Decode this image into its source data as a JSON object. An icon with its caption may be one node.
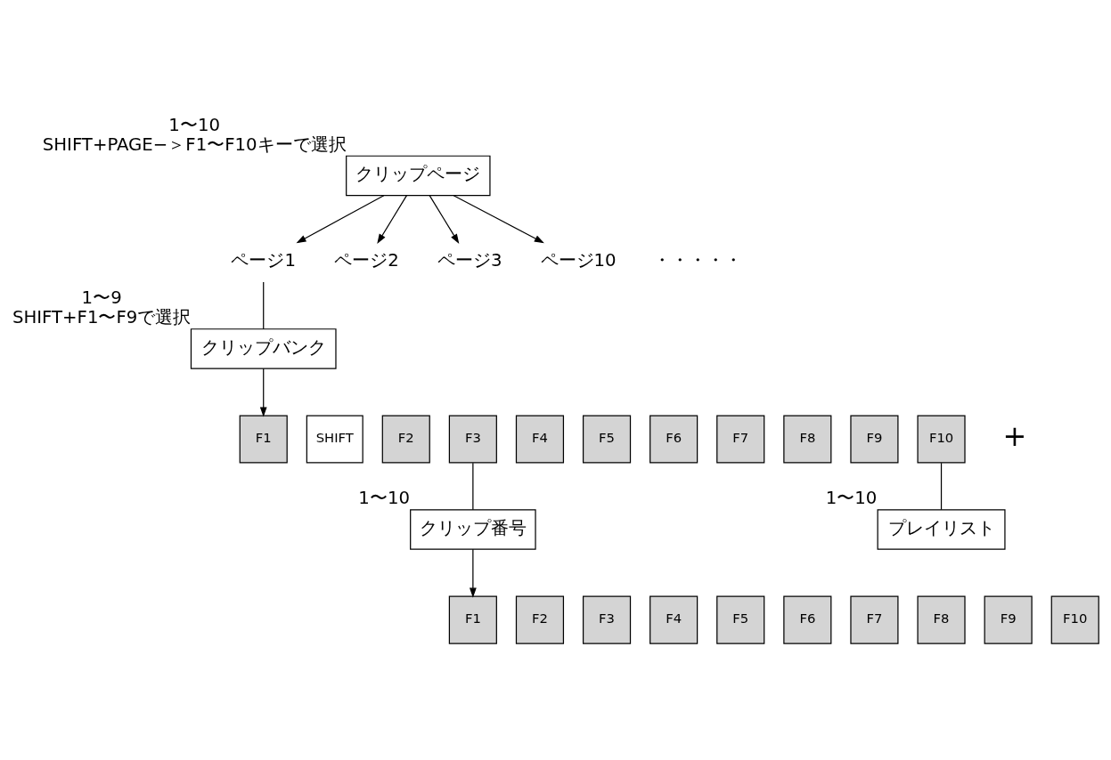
{
  "diagram": {
    "nodes": [
      {
        "text": [
          "クリップページ"
        ],
        "beside": [
          "1〜10",
          "SHIFT+PAGE−＞F1〜F10キーで選択"
        ]
      },
      {
        "text": [
          "ページ1"
        ]
      },
      {
        "text": [
          "ページ2"
        ]
      },
      {
        "text": [
          "ページ3"
        ]
      },
      {
        "text": [
          "ページ10"
        ]
      },
      {
        "text": [
          "クリップバンク"
        ],
        "beside": [
          "1〜9",
          "SHIFT+F1〜F9で選択"
        ]
      },
      {
        "text": [
          "SHIFT"
        ]
      },
      {
        "text": [
          "F1"
        ]
      },
      {
        "text": [
          "F2"
        ]
      },
      {
        "text": [
          "F3"
        ]
      },
      {
        "text": [
          "F4"
        ]
      },
      {
        "text": [
          "F5"
        ]
      },
      {
        "text": [
          "F6"
        ]
      },
      {
        "text": [
          "F7"
        ]
      },
      {
        "text": [
          "F8"
        ]
      },
      {
        "text": [
          "F9"
        ]
      },
      {
        "text": [
          "F10"
        ]
      },
      {
        "text": [
          "クリップ番号"
        ],
        "beside": [
          "1〜10"
        ]
      },
      {
        "text": [
          "プレイリスト"
        ],
        "beside": [
          "1〜10"
        ]
      },
      {
        "text": [
          "F1"
        ]
      },
      {
        "text": [
          "F2"
        ]
      },
      {
        "text": [
          "F3"
        ]
      },
      {
        "text": [
          "F4"
        ]
      },
      {
        "text": [
          "F5"
        ]
      },
      {
        "text": [
          "F6"
        ]
      },
      {
        "text": [
          "F7"
        ]
      },
      {
        "text": [
          "F8"
        ]
      },
      {
        "text": [
          "F9"
        ]
      },
      {
        "text": [
          "F10"
        ]
      }
    ],
    "edges": [
      {
        "from": 0,
        "to": 1,
        "arrow": "to"
      },
      {
        "from": 0,
        "to": 2,
        "arrow": "to"
      },
      {
        "from": 0,
        "to": 3,
        "arrow": "to"
      },
      {
        "from": 0,
        "to": 4,
        "arrow": "to"
      },
      {
        "from": 1,
        "to": 5,
        "arrow": "none"
      },
      {
        "from": 5,
        "to": 7,
        "arrow": "to"
      },
      {
        "from": 9,
        "to": 17,
        "arrow": "none"
      },
      {
        "from": 16,
        "to": 18,
        "arrow": "none"
      },
      {
        "from": 17,
        "to": 19,
        "arrow": "to"
      }
    ],
    "labels": [
      "・・・・・",
      "+"
    ]
  }
}
